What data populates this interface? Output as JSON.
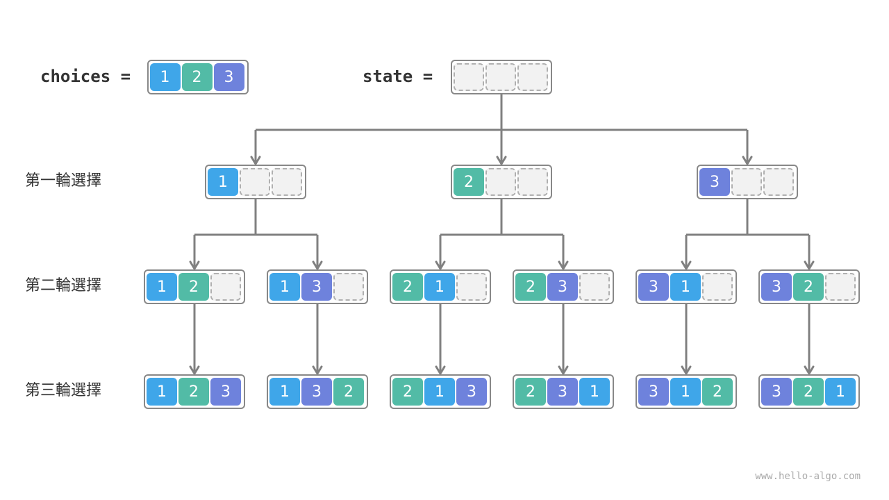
{
  "header": {
    "choices_label": "choices =",
    "state_label": "state ="
  },
  "choices": [
    "1",
    "2",
    "3"
  ],
  "rounds": [
    "第一輪選擇",
    "第二輪選擇",
    "第三輪選擇"
  ],
  "colors": {
    "1": "#3fa6e9",
    "2": "#52bba6",
    "3": "#6e82dc",
    "empty_fill": "#f2f2f2",
    "empty_border": "#b0b0b0",
    "edge": "#808080",
    "box_border": "#888888"
  },
  "tree": {
    "root": [
      null,
      null,
      null
    ],
    "level1": [
      [
        "1",
        null,
        null
      ],
      [
        "2",
        null,
        null
      ],
      [
        "3",
        null,
        null
      ]
    ],
    "level2": [
      [
        "1",
        "2",
        null
      ],
      [
        "1",
        "3",
        null
      ],
      [
        "2",
        "1",
        null
      ],
      [
        "2",
        "3",
        null
      ],
      [
        "3",
        "1",
        null
      ],
      [
        "3",
        "2",
        null
      ]
    ],
    "level3": [
      [
        "1",
        "2",
        "3"
      ],
      [
        "1",
        "3",
        "2"
      ],
      [
        "2",
        "1",
        "3"
      ],
      [
        "2",
        "3",
        "1"
      ],
      [
        "3",
        "1",
        "2"
      ],
      [
        "3",
        "2",
        "1"
      ]
    ]
  },
  "footer": {
    "watermark": "www.hello-algo.com"
  }
}
